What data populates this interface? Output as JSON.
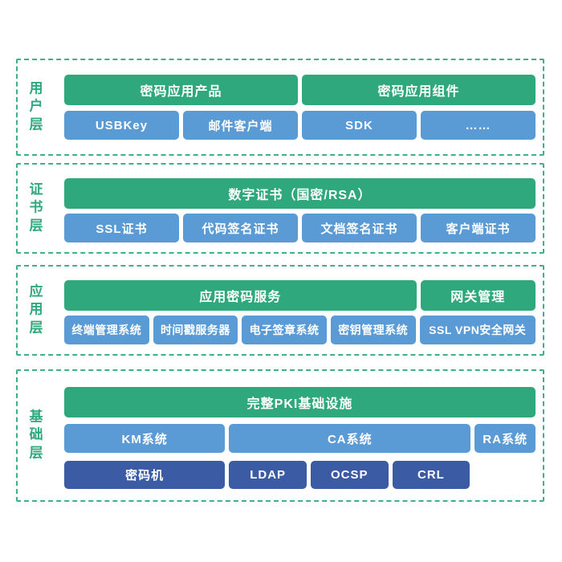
{
  "palette": {
    "block_green": "#2fa87d",
    "block_blue": "#5b9bd5",
    "block_dark_blue": "#3b5ba5",
    "dashed_border_green": "#3fb088",
    "label_green": "#2fa87d",
    "block_text": "#ffffff",
    "background": "#ffffff"
  },
  "layers": [
    {
      "label": "用户层",
      "rows": [
        {
          "type": "green",
          "blocks": [
            {
              "label": "密码应用产品"
            },
            {
              "label": "密码应用组件"
            }
          ]
        },
        {
          "type": "blue",
          "blocks": [
            {
              "label": "USBKey"
            },
            {
              "label": "邮件客户端"
            },
            {
              "label": "SDK"
            },
            {
              "label": "……"
            }
          ]
        }
      ]
    },
    {
      "label": "证书层",
      "rows": [
        {
          "type": "green",
          "blocks": [
            {
              "label": "数字证书（国密/RSA）"
            }
          ]
        },
        {
          "type": "blue",
          "blocks": [
            {
              "label": "SSL证书"
            },
            {
              "label": "代码签名证书"
            },
            {
              "label": "文档签名证书"
            },
            {
              "label": "客户端证书"
            }
          ]
        }
      ]
    },
    {
      "label": "应用层",
      "rows": [
        {
          "type": "green",
          "blocks": [
            {
              "label": "应用密码服务"
            },
            {
              "label": "网关管理"
            }
          ]
        },
        {
          "type": "blue",
          "blocks": [
            {
              "label": "终端管理系统"
            },
            {
              "label": "时间戳服务器"
            },
            {
              "label": "电子签章系统"
            },
            {
              "label": "密钥管理系统"
            },
            {
              "label": "SSL VPN安全网关"
            }
          ]
        }
      ]
    },
    {
      "label": "基础层",
      "rows": [
        {
          "type": "green",
          "blocks": [
            {
              "label": "完整PKI基础设施"
            }
          ]
        },
        {
          "type": "blue",
          "blocks": [
            {
              "label": "KM系统"
            },
            {
              "label": "CA系统"
            },
            {
              "label": "RA系统"
            }
          ]
        },
        {
          "type": "dark",
          "blocks": [
            {
              "label": "密码机"
            },
            {
              "label": "LDAP"
            },
            {
              "label": "OCSP"
            },
            {
              "label": "CRL"
            }
          ]
        }
      ]
    }
  ]
}
